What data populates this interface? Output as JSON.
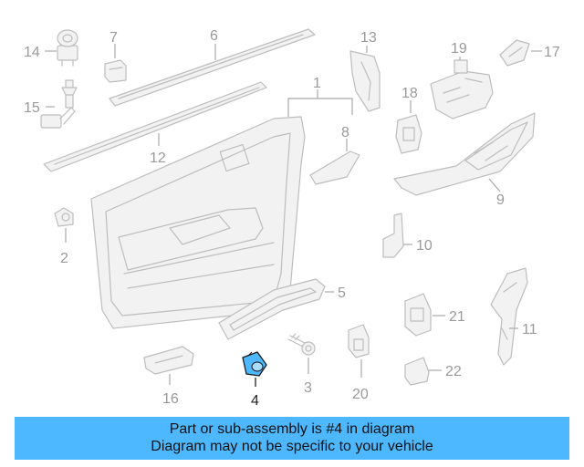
{
  "diagram": {
    "callouts": {
      "c1": "1",
      "c2": "2",
      "c3": "3",
      "c4": "4",
      "c5": "5",
      "c6": "6",
      "c7": "7",
      "c8": "8",
      "c9": "9",
      "c10": "10",
      "c11": "11",
      "c12": "12",
      "c13": "13",
      "c14": "14",
      "c15": "15",
      "c16": "16",
      "c17": "17",
      "c18": "18",
      "c19": "19",
      "c20": "20",
      "c21": "21",
      "c22": "22"
    },
    "highlight_part": "4",
    "highlight_color": "#4db8ff"
  },
  "banner": {
    "line1": "Part or sub-assembly is #4 in diagram",
    "line2": "Diagram may not be specific to your vehicle",
    "background": "#4db8ff"
  }
}
